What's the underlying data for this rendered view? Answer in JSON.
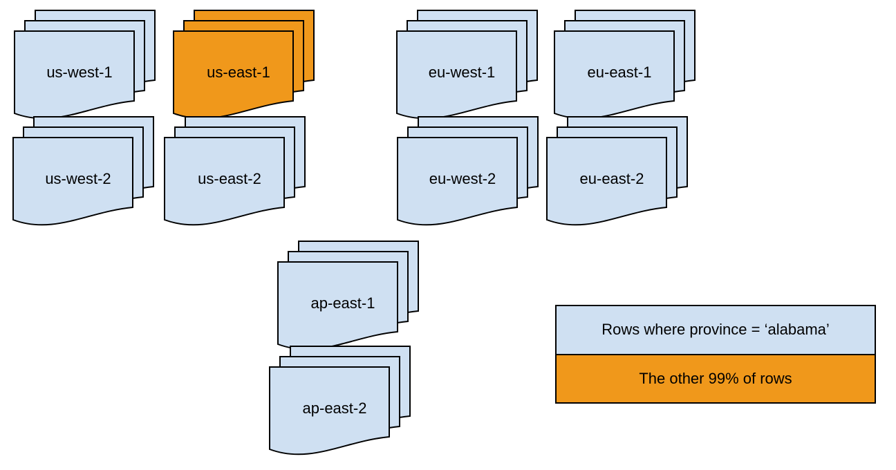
{
  "colors": {
    "doc_blue": "#cfe0f2",
    "doc_orange": "#f0981b",
    "stroke": "#000000",
    "text": "#000000",
    "background": "#ffffff"
  },
  "stacks": [
    {
      "label": "us-west-1",
      "highlight": false
    },
    {
      "label": "us-east-1",
      "highlight": true
    },
    {
      "label": "eu-west-1",
      "highlight": false
    },
    {
      "label": "eu-east-1",
      "highlight": false
    },
    {
      "label": "us-west-2",
      "highlight": false
    },
    {
      "label": "us-east-2",
      "highlight": false
    },
    {
      "label": "eu-west-2",
      "highlight": false
    },
    {
      "label": "eu-east-2",
      "highlight": false
    },
    {
      "label": "ap-east-1",
      "highlight": false
    },
    {
      "label": "ap-east-2",
      "highlight": false
    }
  ],
  "legend": {
    "items": [
      {
        "label": "Rows where province = ‘alabama’",
        "color": "#cfe0f2"
      },
      {
        "label": "The other 99% of rows",
        "color": "#f0981b"
      }
    ]
  }
}
